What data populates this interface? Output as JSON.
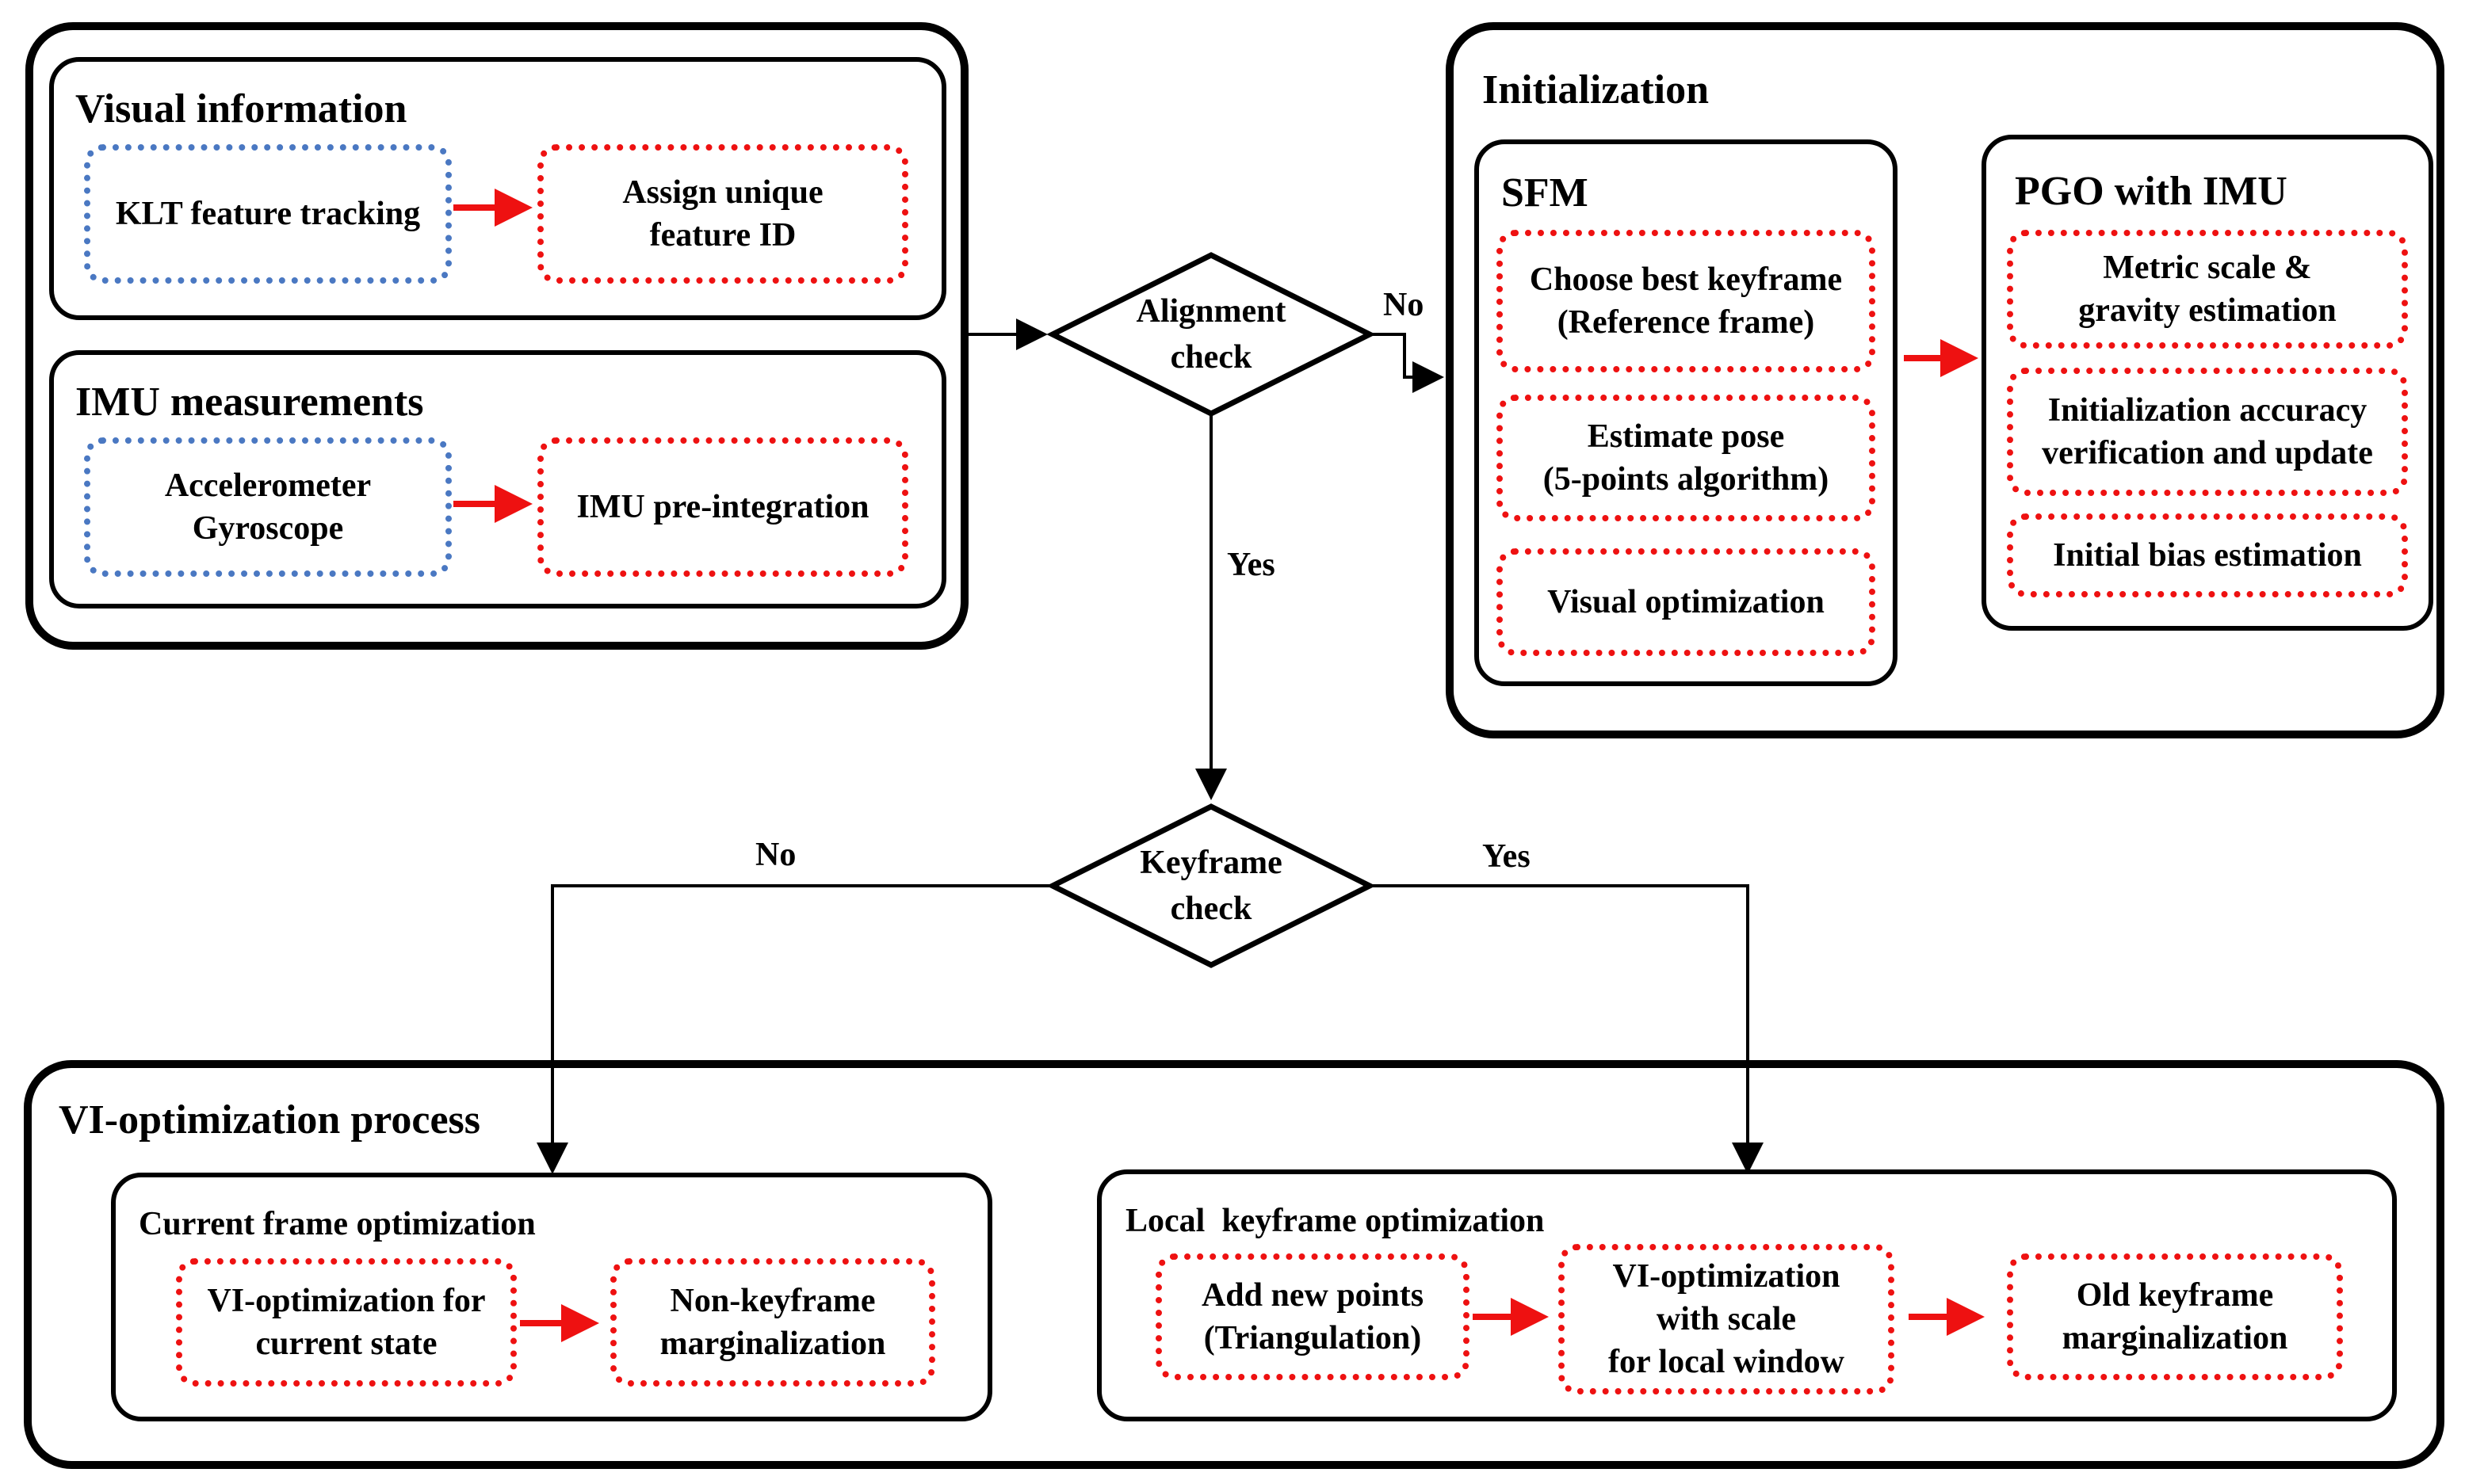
{
  "visual_group": {
    "title": "Visual information",
    "klt": "KLT feature tracking",
    "assign": "Assign unique\nfeature ID"
  },
  "imu_group": {
    "title": "IMU measurements",
    "sensors": "Accelerometer\nGyroscope",
    "preint": "IMU pre-integration"
  },
  "alignment_check": {
    "label": "Alignment\ncheck",
    "no": "No",
    "yes": "Yes"
  },
  "initialization": {
    "title": "Initialization",
    "sfm": {
      "title": "SFM",
      "step1": "Choose best keyframe\n(Reference frame)",
      "step2": "Estimate pose\n(5-points algorithm)",
      "step3": "Visual optimization"
    },
    "pgo": {
      "title": "PGO with IMU",
      "step1": "Metric scale &\ngravity estimation",
      "step2": "Initialization accuracy\nverification and update",
      "step3": "Initial bias estimation"
    }
  },
  "keyframe_check": {
    "label": "Keyframe\ncheck",
    "no": "No",
    "yes": "Yes"
  },
  "vi_process": {
    "title": "VI-optimization process",
    "current": {
      "title": "Current frame optimization",
      "step1": "VI-optimization for\ncurrent state",
      "step2": "Non-keyframe\nmarginalization"
    },
    "local": {
      "title": "Local  keyframe optimization",
      "step1": "Add new points\n(Triangulation)",
      "step2": "VI-optimization\nwith scale\nfor local window",
      "step3": "Old keyframe\nmarginalization"
    }
  },
  "colors": {
    "red": "#ee1111",
    "blue": "#4a78c2",
    "black": "#000000"
  }
}
